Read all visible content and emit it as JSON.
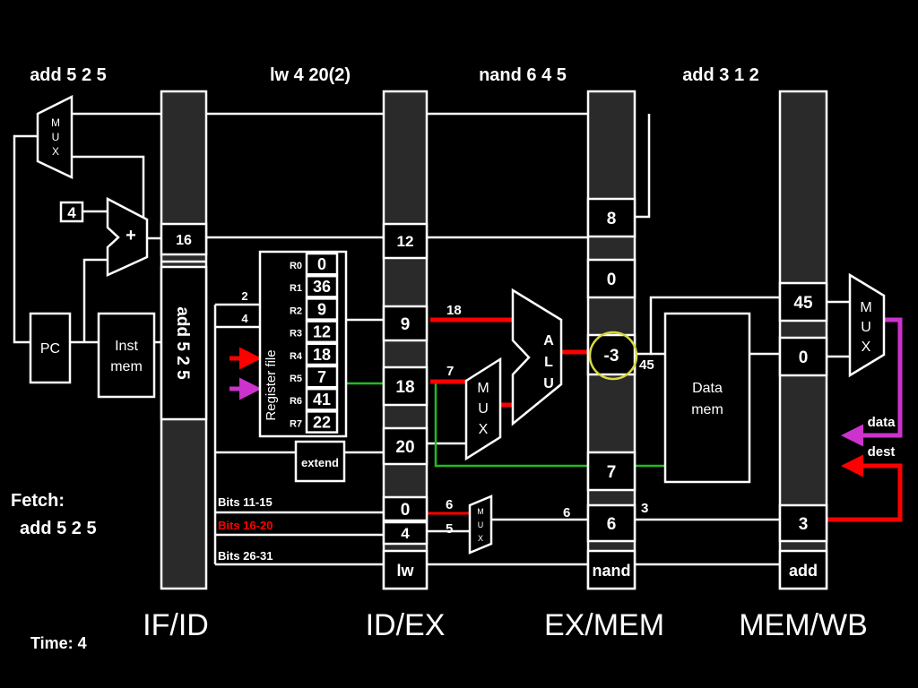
{
  "stages": {
    "if": "add 5 2 5",
    "id": "lw 4 20(2)",
    "ex": "nand 6 4 5",
    "mem": "add 3 1 2"
  },
  "pipeline_registers": {
    "if_id": "IF/ID",
    "id_ex": "ID/EX",
    "ex_mem": "EX/MEM",
    "mem_wb": "MEM/WB"
  },
  "fetch": {
    "label": "Fetch:",
    "instruction": "add 5 2 5"
  },
  "time": "Time: 4",
  "if_stage": {
    "mux": [
      "M",
      "U",
      "X"
    ],
    "const_four": "4",
    "adder": "+",
    "pc": "PC",
    "inst_mem": [
      "Inst",
      "mem"
    ],
    "pc_plus_one": "16",
    "instruction": "add  5  2  5"
  },
  "id_stage": {
    "reg_a": "2",
    "reg_b": "4",
    "register_file_label": "Register file",
    "registers": [
      {
        "name": "R0",
        "value": "0"
      },
      {
        "name": "R1",
        "value": "36"
      },
      {
        "name": "R2",
        "value": "9"
      },
      {
        "name": "R3",
        "value": "12"
      },
      {
        "name": "R4",
        "value": "18"
      },
      {
        "name": "R5",
        "value": "7"
      },
      {
        "name": "R6",
        "value": "41"
      },
      {
        "name": "R7",
        "value": "22"
      }
    ],
    "extend": "extend",
    "bits_11_15": "Bits 11-15",
    "bits_16_20": "Bits 16-20",
    "bits_26_31": "Bits 26-31"
  },
  "id_ex_values": {
    "pc_plus_one": "12",
    "reg_a": "9",
    "reg_b": "18",
    "offset": "20",
    "dest_1": "0",
    "dest_2": "4",
    "opcode": "lw"
  },
  "ex_stage": {
    "alu": [
      "A",
      "L",
      "U"
    ],
    "mux": [
      "M",
      "U",
      "X"
    ],
    "small_mux": [
      "M",
      "U",
      "X"
    ],
    "alu_in_a": "18",
    "alu_in_b": "7",
    "dest_in_1": "6",
    "dest_in_2": "5",
    "dest_out": "6"
  },
  "ex_mem_values": {
    "target": "8",
    "eq": "0",
    "alu_result": "-3",
    "reg_b": "7",
    "dest": "6",
    "opcode": "nand"
  },
  "mem_stage": {
    "data_mem": [
      "Data",
      "mem"
    ],
    "alu_forward": "45",
    "dest_forward": "3"
  },
  "mem_wb_values": {
    "mem_data": "45",
    "alu_result": "0",
    "dest": "3",
    "opcode": "add"
  },
  "wb_stage": {
    "mux": [
      "M",
      "U",
      "X"
    ],
    "data": "data",
    "dest": "dest"
  },
  "colors": {
    "background": "#000000",
    "wire": "#ffffff",
    "register_fill": "#2a2a2a",
    "active_red": "#ff0000",
    "active_green": "#22bb22",
    "active_magenta": "#cc33cc",
    "highlight_circle": "#d8d840"
  }
}
